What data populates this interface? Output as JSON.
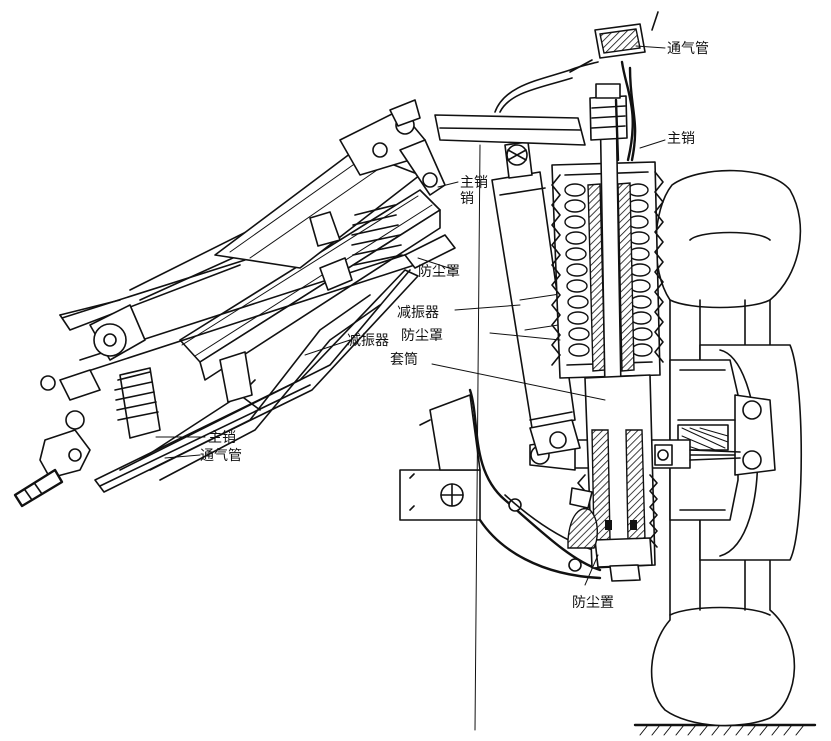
{
  "labels": {
    "left_kingpin_top": "主销",
    "left_kingpin_top_2": "销",
    "left_dust_cover": "防尘罩",
    "left_shock_absorber": "减振器",
    "left_kingpin_bottom": "主销",
    "left_vent_pipe": "通气管",
    "right_vent_pipe": "通气管",
    "right_kingpin": "主销",
    "right_shock_absorber": "减振器",
    "right_dust_cover": "防尘罩",
    "right_sleeve": "套筒",
    "right_dust_cover_bottom": "防尘置"
  }
}
